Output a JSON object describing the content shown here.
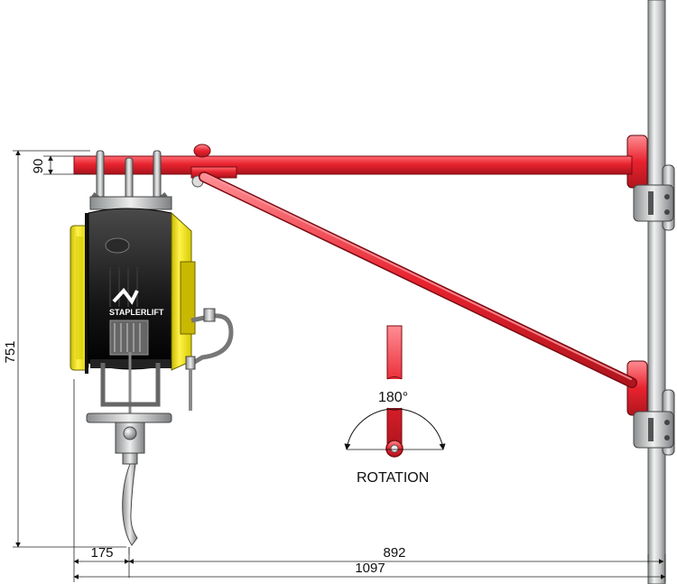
{
  "dimensions": {
    "height_total": "751",
    "beam_height": "90",
    "hoist_offset": "175",
    "arm_reach": "892",
    "total_width": "1097"
  },
  "rotation": {
    "angle_label": "180°",
    "caption": "ROTATION"
  },
  "product": {
    "brand_text": "STAPLERLIFT"
  },
  "colors": {
    "beam_red": "#e8232f",
    "hoist_yellow": "#f5e600",
    "hoist_black": "#1a1a1a",
    "pole_gray": "#c9cbcc",
    "dimension_line": "#222222"
  }
}
